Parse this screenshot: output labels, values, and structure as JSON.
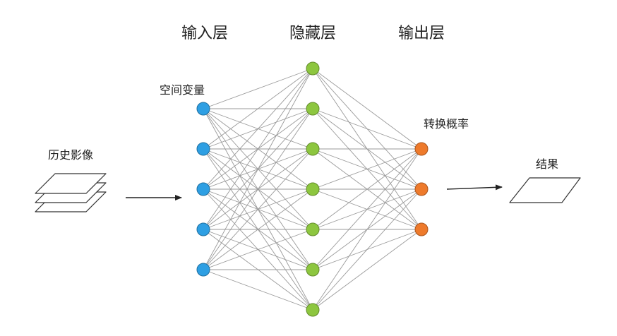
{
  "layers": [
    {
      "title": "输入层",
      "label": "空间变量",
      "node_count": 5,
      "color": "#2e9fe3"
    },
    {
      "title": "隐藏层",
      "node_count": 7,
      "color": "#8dc63f"
    },
    {
      "title": "输出层",
      "label": "转换概率",
      "node_count": 3,
      "color": "#ee7a2b"
    }
  ],
  "input_label": "历史影像",
  "output_label": "结果",
  "colors": {
    "edge": "#9a9a9a",
    "arrow": "#222222"
  }
}
